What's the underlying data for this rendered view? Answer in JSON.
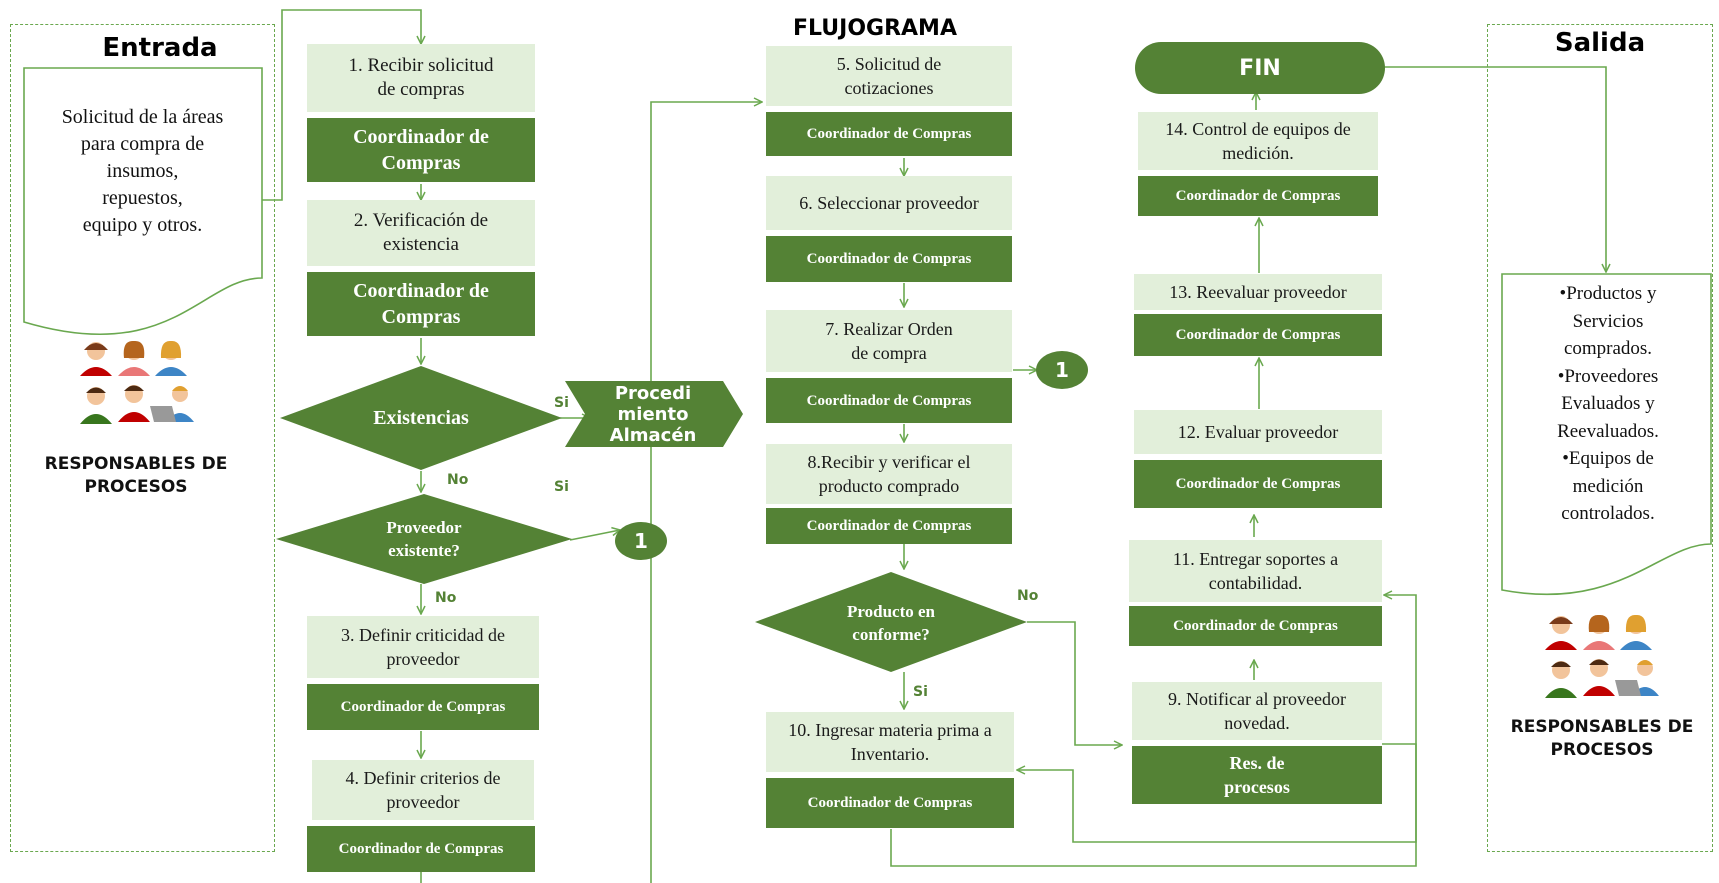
{
  "title": "FLUJOGRAMA",
  "entrada": {
    "heading": "Entrada",
    "doc_lines": [
      "Solicitud de la áreas",
      "para compra de",
      "insumos,",
      "repuestos,",
      "equipo y otros."
    ],
    "responsables": [
      "RESPONSABLES DE",
      "PROCESOS"
    ]
  },
  "salida": {
    "heading": "Salida",
    "doc_lines": [
      "•Productos y",
      "Servicios",
      "comprados.",
      "•Proveedores",
      "Evaluados y",
      "Reevaluados.",
      "•Equipos de",
      "medición",
      "controlados."
    ],
    "responsables": [
      "RESPONSABLES DE",
      "PROCESOS"
    ]
  },
  "steps": {
    "s1": {
      "text": [
        "1.   Recibir solicitud",
        "de compras"
      ],
      "role": [
        "Coordinador de",
        "Compras"
      ]
    },
    "s2": {
      "text": [
        "2. Verificación de",
        "existencia"
      ],
      "role": [
        "Coordinador de",
        "Compras"
      ]
    },
    "s3": {
      "text": [
        "3. Definir criticidad de",
        "proveedor"
      ],
      "role": "Coordinador de Compras"
    },
    "s4": {
      "text": [
        "4. Definir criterios de",
        "proveedor"
      ],
      "role": "Coordinador de Compras"
    },
    "s5": {
      "text": [
        "5. Solicitud de",
        "cotizaciones"
      ],
      "role": "Coordinador de Compras"
    },
    "s6": {
      "text": "6. Seleccionar proveedor",
      "role": "Coordinador de Compras"
    },
    "s7": {
      "text": [
        "7. Realizar Orden",
        "de compra"
      ],
      "role": "Coordinador de  Compras"
    },
    "s8": {
      "text": [
        "8.Recibir y verificar el",
        "producto comprado"
      ],
      "role": "Coordinador de Compras"
    },
    "s9": {
      "text": [
        "9. Notificar al proveedor",
        "novedad."
      ],
      "role": [
        "Res.  de",
        "procesos"
      ]
    },
    "s10": {
      "text": [
        "10. Ingresar materia prima a",
        "Inventario."
      ],
      "role": "Coordinador de Compras"
    },
    "s11": {
      "text": [
        "11. Entregar soportes a",
        "contabilidad."
      ],
      "role": "Coordinador de Compras"
    },
    "s12": {
      "text": "12. Evaluar proveedor",
      "role": "Coordinador de  Compras"
    },
    "s13": {
      "text": "13. Reevaluar proveedor",
      "role": "Coordinador de Compras"
    },
    "s14": {
      "text": [
        "14. Control de equipos de",
        "medición."
      ],
      "role": "Coordinador de  Compras"
    }
  },
  "decisions": {
    "existencias": "Existencias",
    "proveedor": [
      "Proveedor",
      "existente?"
    ],
    "producto": [
      "Producto en",
      "conforme?"
    ]
  },
  "procedimiento": [
    "Procedi",
    "miento",
    "Almacén"
  ],
  "fin": "FIN",
  "connector_label": "1",
  "labels": {
    "si": "Si",
    "no": "No"
  },
  "colors": {
    "dark_green": "#548235",
    "light_green": "#e2efda",
    "line_green": "#6aa84f"
  },
  "icons": [
    "person-icon",
    "person-icon",
    "person-icon",
    "person-icon",
    "person-icon",
    "person-laptop-icon"
  ]
}
